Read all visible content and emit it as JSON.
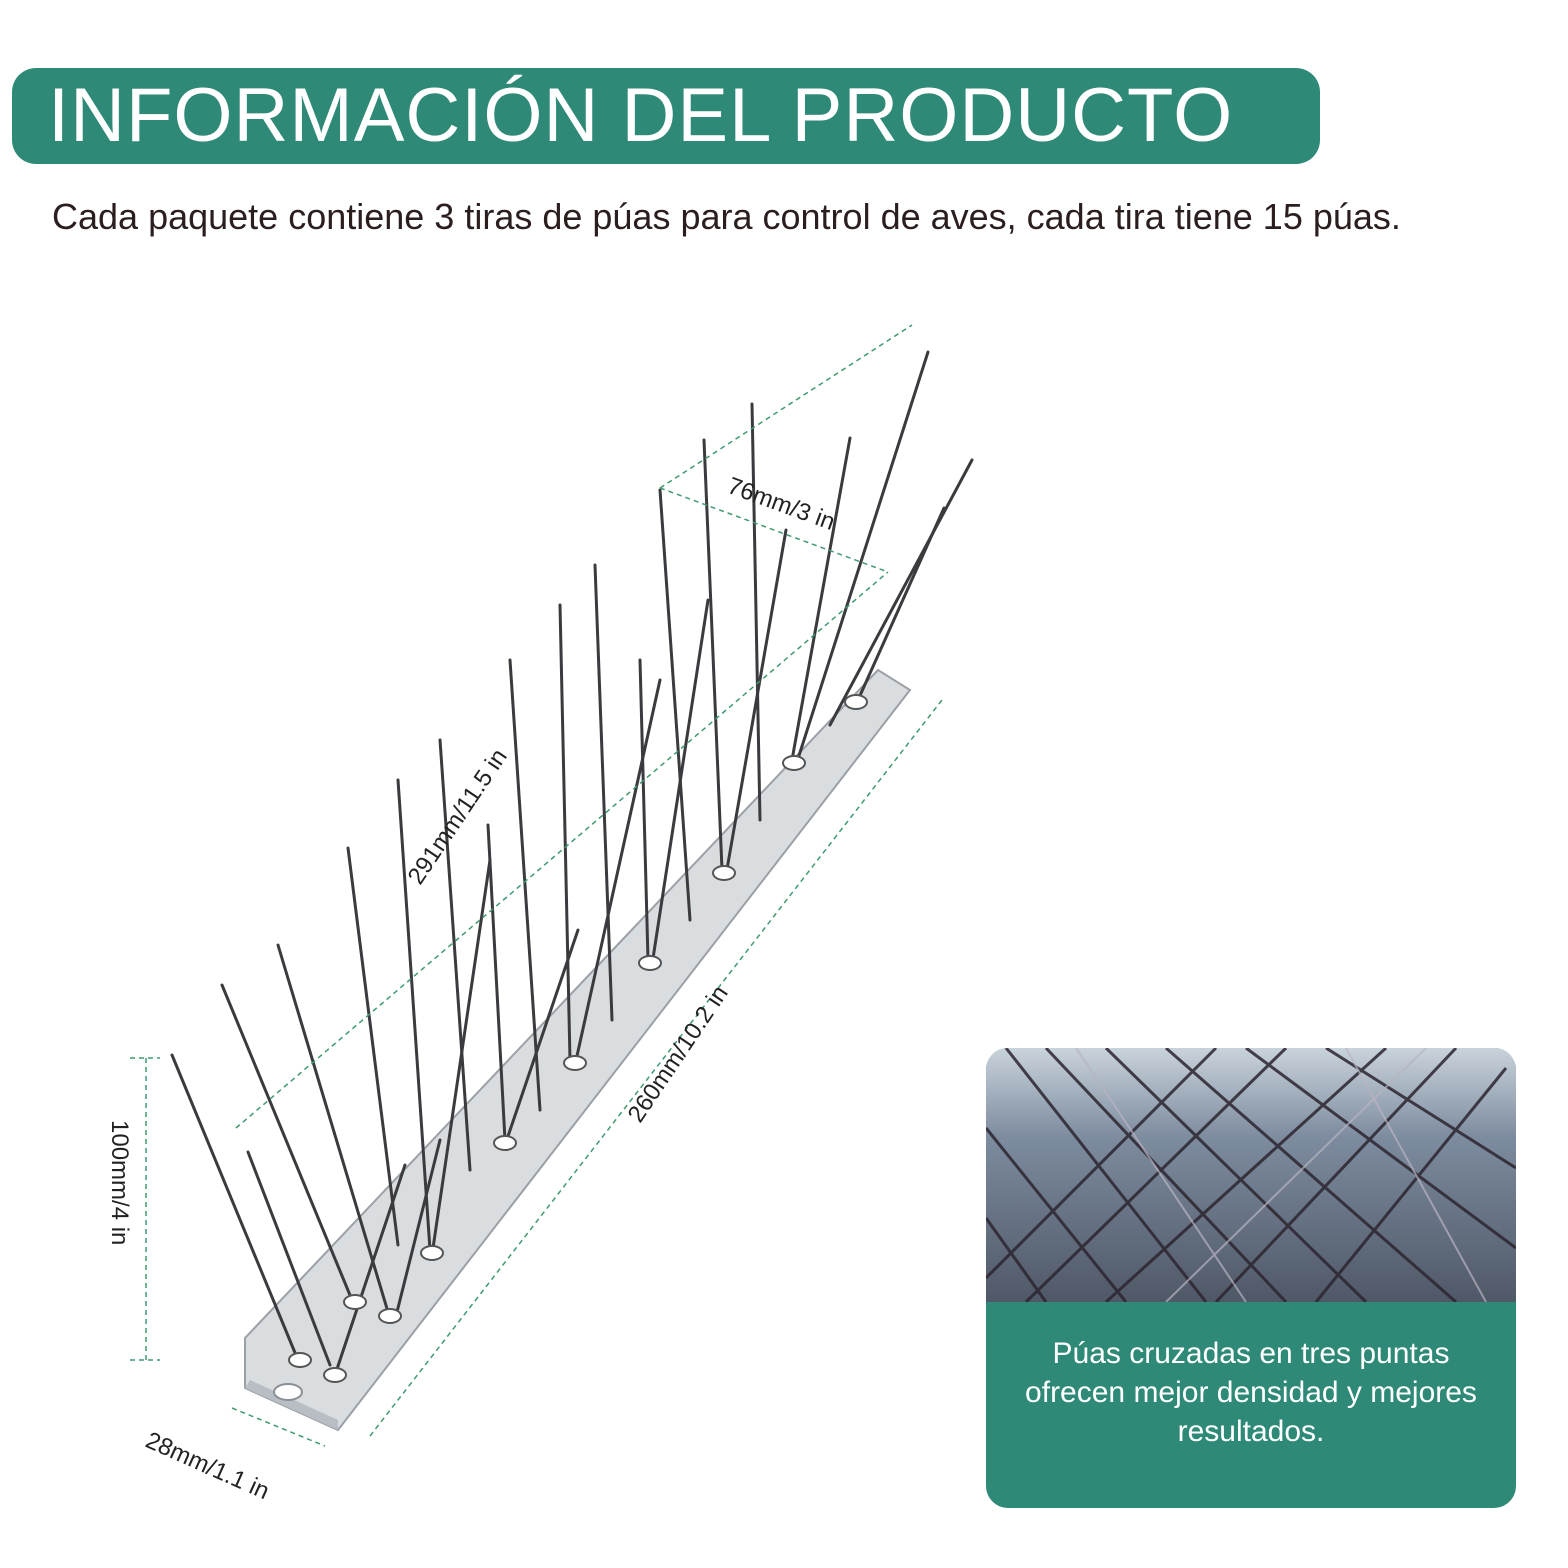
{
  "header": {
    "title": "INFORMACIÓN DEL PRODUCTO",
    "subtitle": "Cada paquete contiene 3 tiras de púas para control de aves, cada tira tiene 15 púas."
  },
  "dimensions": {
    "spike_gap": "76mm/3 in",
    "total_length": "291mm/11.5 in",
    "base_length": "260mm/10.2 in",
    "height": "100mm/4 in",
    "base_width": "28mm/1.1 in"
  },
  "info_card": {
    "lines": [
      "Púas cruzadas en tres puntas",
      "ofrecen mejor densidad y mejores",
      "resultados."
    ]
  },
  "colors": {
    "accent": "#2e8a77",
    "text": "#2a1e1e",
    "guide_line": "#3f9a6e"
  },
  "icons": {
    "product": "bird-spike-strip-illustration",
    "photo": "crossed-spikes-closeup-photo"
  }
}
